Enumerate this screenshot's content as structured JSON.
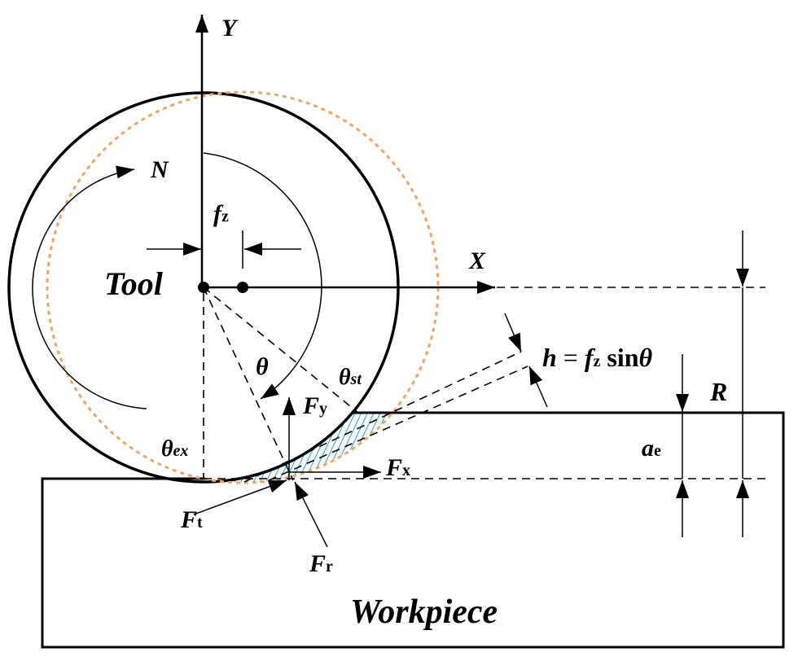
{
  "labels": {
    "y_axis": "Y",
    "x_axis": "X",
    "rotation": "N",
    "tool": "Tool",
    "feed": "f",
    "feed_sub": "z",
    "theta": "θ",
    "theta_st": "θ",
    "theta_st_sub": "st",
    "theta_ex": "θ",
    "theta_ex_sub": "ex",
    "fy": "F",
    "fy_sub": "y",
    "fx": "F",
    "fx_sub": "x",
    "ft": "F",
    "ft_sub": "t",
    "fr": "F",
    "fr_sub": "r",
    "h_formula_h": "h",
    "h_formula_eq": " = ",
    "h_formula_f": "f",
    "h_formula_fsub": "z",
    "h_formula_sin": " sin",
    "h_formula_theta": "θ",
    "radius": "R",
    "ae": "a",
    "ae_sub": "e",
    "workpiece": "Workpiece"
  },
  "colors": {
    "tool_offset": "#F4A460",
    "chip_hatch": "#1EA0E0"
  }
}
